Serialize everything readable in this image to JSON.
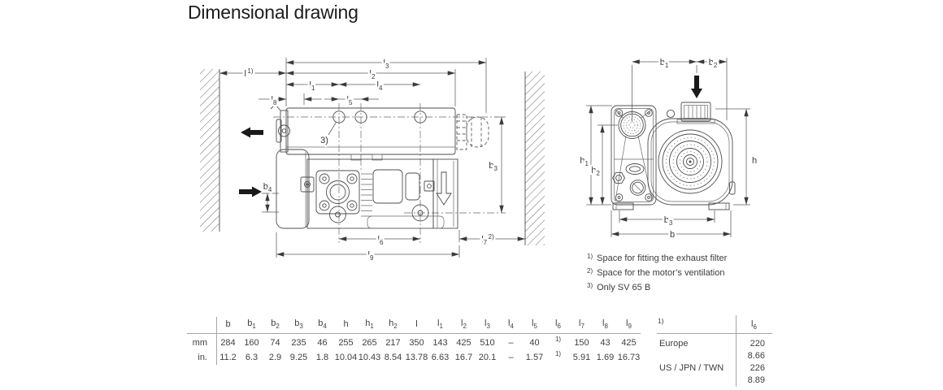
{
  "title": "Dimensional drawing",
  "footnotes": [
    {
      "marker": "1)",
      "text": "Space for fitting the exhaust filter"
    },
    {
      "marker": "2)",
      "text": "Space for the motor’s ventilation"
    },
    {
      "marker": "3)",
      "text": "Only SV 65 B"
    }
  ],
  "dims": {
    "l3": {
      "base": "l",
      "sub": "3"
    },
    "l_wall": {
      "base": "l",
      "sup": "1)"
    },
    "l2": {
      "base": "l",
      "sub": "2"
    },
    "l1": {
      "base": "l",
      "sub": "1"
    },
    "l4": {
      "base": "l",
      "sub": "4"
    },
    "l8": {
      "base": "l",
      "sub": "8"
    },
    "l5": {
      "base": "l",
      "sub": "5"
    },
    "b3_side": {
      "base": "b",
      "sub": "3"
    },
    "b4": {
      "base": "b",
      "sub": "4"
    },
    "l6": {
      "base": "l",
      "sub": "6"
    },
    "l7": {
      "base": "l",
      "sub": "7",
      "sup": "2)"
    },
    "l9": {
      "base": "l",
      "sub": "9"
    },
    "note3": {
      "base": "3)"
    },
    "b1": {
      "base": "b",
      "sub": "1"
    },
    "b2": {
      "base": "b",
      "sub": "2"
    },
    "h1": {
      "base": "h",
      "sub": "1"
    },
    "h2": {
      "base": "h",
      "sub": "2"
    },
    "h": {
      "base": "h"
    },
    "b3_front": {
      "base": "b",
      "sub": "3"
    },
    "b": {
      "base": "b"
    }
  },
  "table": {
    "headers": [
      {
        "base": "b"
      },
      {
        "base": "b",
        "sub": "1"
      },
      {
        "base": "b",
        "sub": "2"
      },
      {
        "base": "b",
        "sub": "3"
      },
      {
        "base": "b",
        "sub": "4"
      },
      {
        "base": "h"
      },
      {
        "base": "h",
        "sub": "1"
      },
      {
        "base": "h",
        "sub": "2"
      },
      {
        "base": "l"
      },
      {
        "base": "l",
        "sub": "1"
      },
      {
        "base": "l",
        "sub": "2"
      },
      {
        "base": "l",
        "sub": "3"
      },
      {
        "base": "l",
        "sub": "4"
      },
      {
        "base": "l",
        "sub": "5"
      },
      {
        "base": "l",
        "sub": "6"
      },
      {
        "base": "l",
        "sub": "7"
      },
      {
        "base": "l",
        "sub": "8"
      },
      {
        "base": "l",
        "sub": "9"
      }
    ],
    "rows": [
      {
        "label": "mm",
        "values": [
          "284",
          "160",
          "74",
          "235",
          "46",
          "255",
          "265",
          "217",
          "350",
          "143",
          "425",
          "510",
          "–",
          "40",
          "1)",
          "150",
          "43",
          "425"
        ]
      },
      {
        "label": "in.",
        "values": [
          "11.2",
          "6.3",
          "2.9",
          "9.25",
          "1.8",
          "10.04",
          "10.43",
          "8.54",
          "13.78",
          "6.63",
          "16.7",
          "20.1",
          "–",
          "1.57",
          "1)",
          "5.91",
          "1.69",
          "16.73"
        ]
      }
    ]
  },
  "region_table": {
    "header_marker": "1)",
    "header_col": {
      "base": "l",
      "sub": "6"
    },
    "rows": [
      {
        "label": "Europe",
        "mm": "220",
        "in": "8.66"
      },
      {
        "label": "US / JPN / TWN",
        "mm": "226",
        "in": "8.89"
      }
    ]
  }
}
